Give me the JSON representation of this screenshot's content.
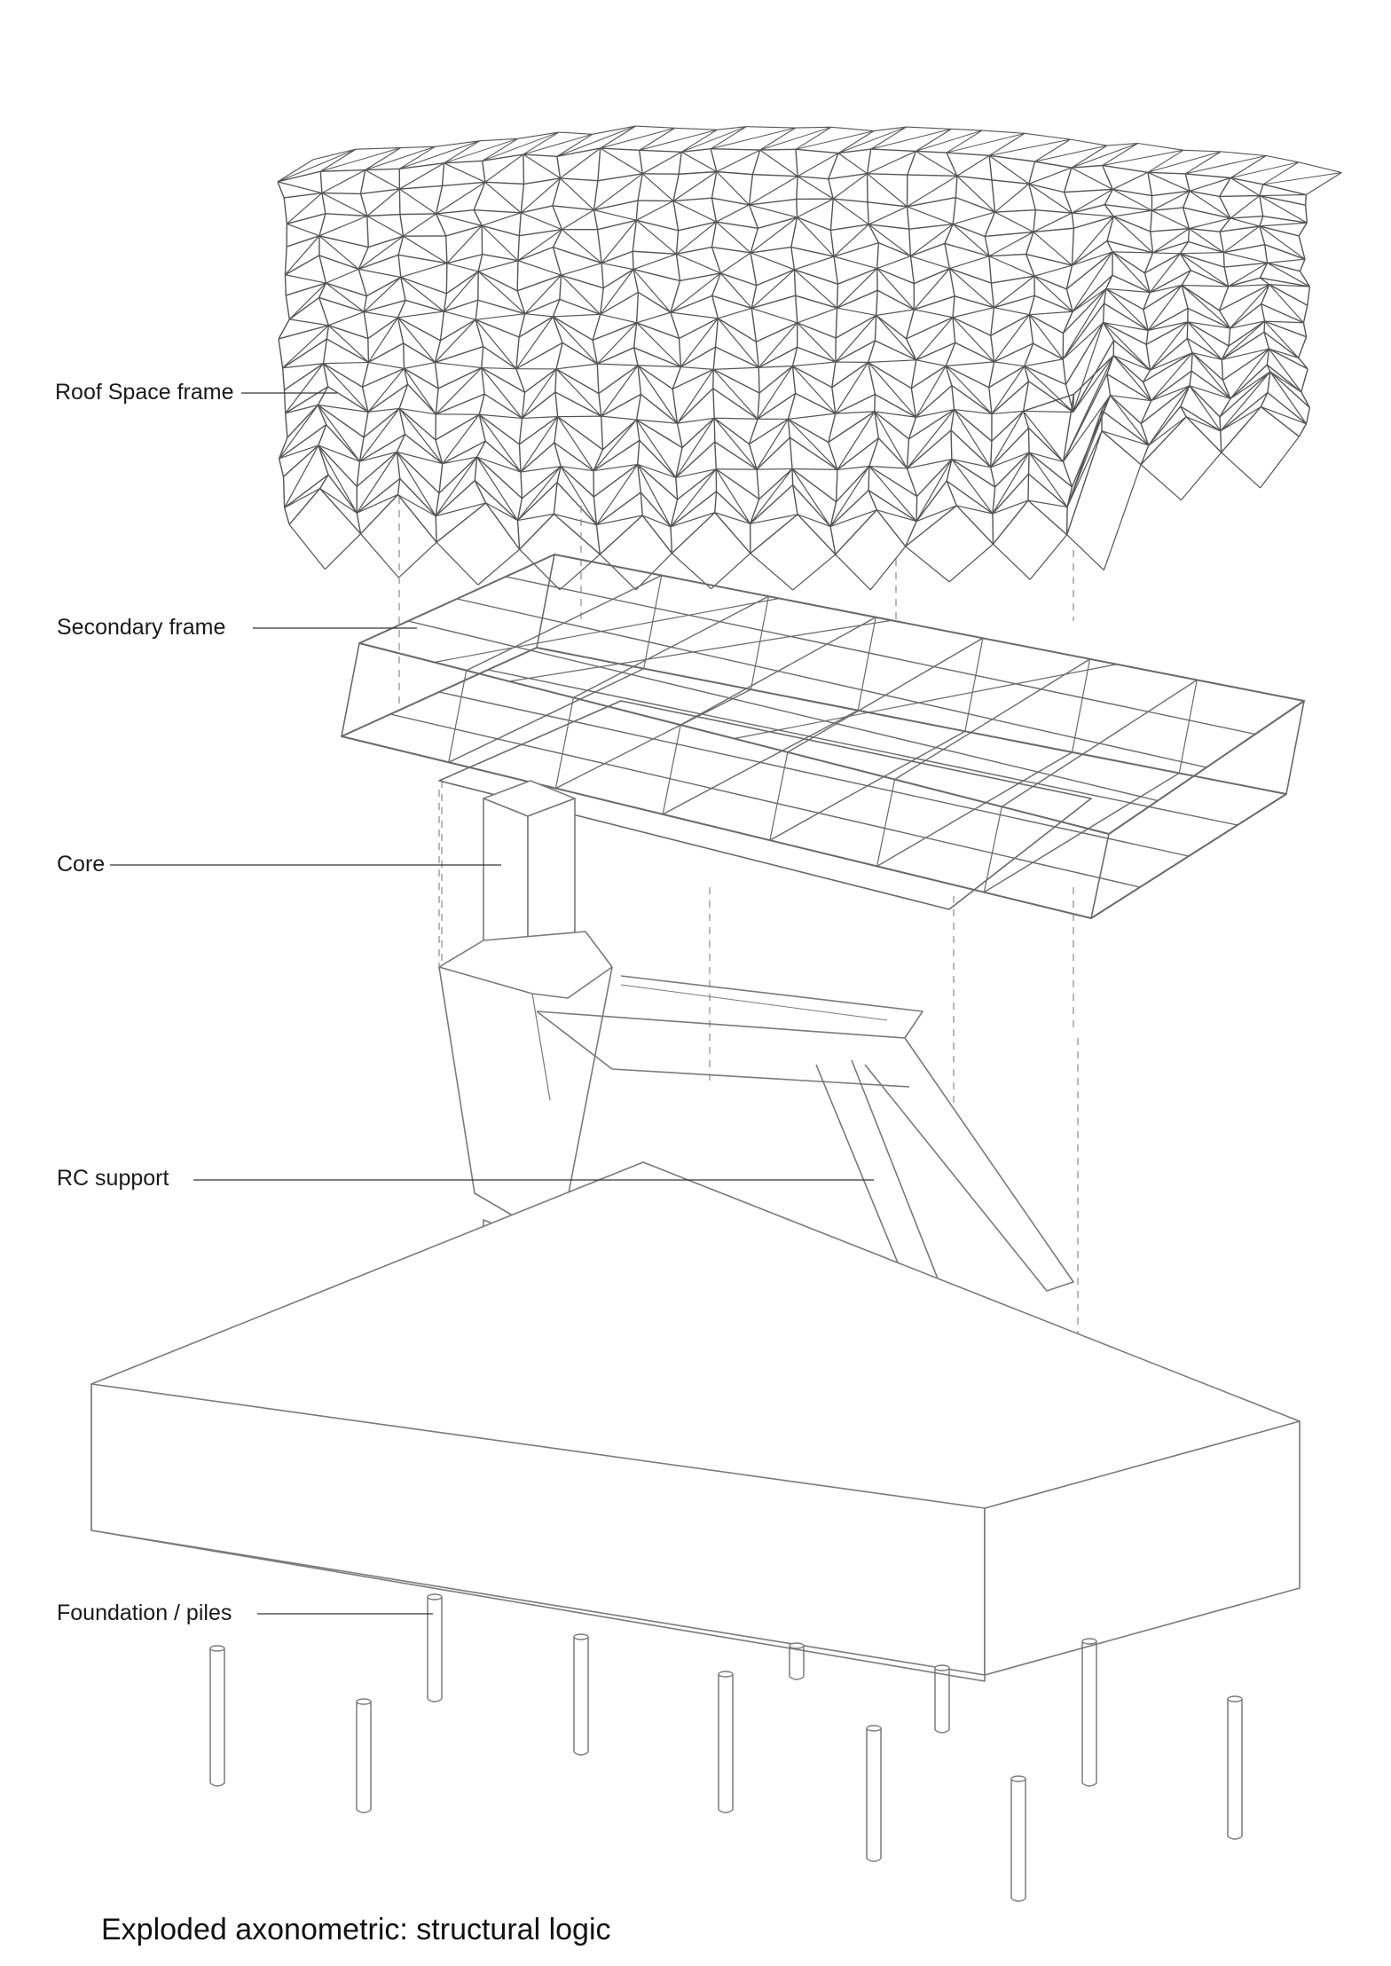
{
  "labels": {
    "roof": "Roof Space frame",
    "secondary": "Secondary frame",
    "core": "Core",
    "rc_support": "RC support",
    "foundation": "Foundation / piles"
  },
  "caption": "Exploded axonometric: structural logic",
  "colors": {
    "background": "#ffffff",
    "roof_line": "#555555",
    "frame_line": "#6a6a6a",
    "solid_line": "#7a7a7a",
    "leader_line": "#333333",
    "dashed_line": "#8a8a8a"
  },
  "icons": [
    "roof-space-frame",
    "secondary-frame",
    "core-column",
    "rc-support",
    "foundation-slab",
    "piles"
  ]
}
